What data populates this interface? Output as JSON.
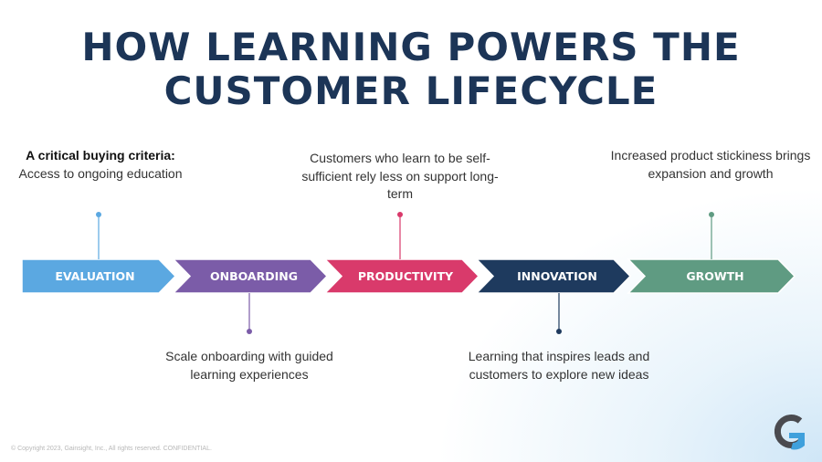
{
  "title": {
    "line1": "HOW LEARNING POWERS THE",
    "line2": "CUSTOMER LIFECYCLE"
  },
  "stages": [
    {
      "label": "EVALUATION",
      "color": "#5ba8e1"
    },
    {
      "label": "ONBOARDING",
      "color": "#7b5ca8"
    },
    {
      "label": "PRODUCTIVITY",
      "color": "#d93a6b"
    },
    {
      "label": "INNOVATION",
      "color": "#1e3a5e"
    },
    {
      "label": "GROWTH",
      "color": "#5f9b82"
    }
  ],
  "notes": {
    "evaluation": {
      "heading": "A critical buying criteria:",
      "text": "Access to ongoing education"
    },
    "onboarding": {
      "text": "Scale onboarding with guided learning experiences"
    },
    "productivity": {
      "text": "Customers who learn to be self-sufficient rely less on support long-term"
    },
    "innovation": {
      "text": "Learning that inspires leads and customers to explore new ideas"
    },
    "growth": {
      "text": "Increased product stickiness brings expansion and growth"
    }
  },
  "footer": {
    "copyright": "© Copyright 2023, Gainsight, Inc., All rights reserved. CONFIDENTIAL."
  },
  "logo": {
    "text": "G",
    "tm": "™"
  }
}
